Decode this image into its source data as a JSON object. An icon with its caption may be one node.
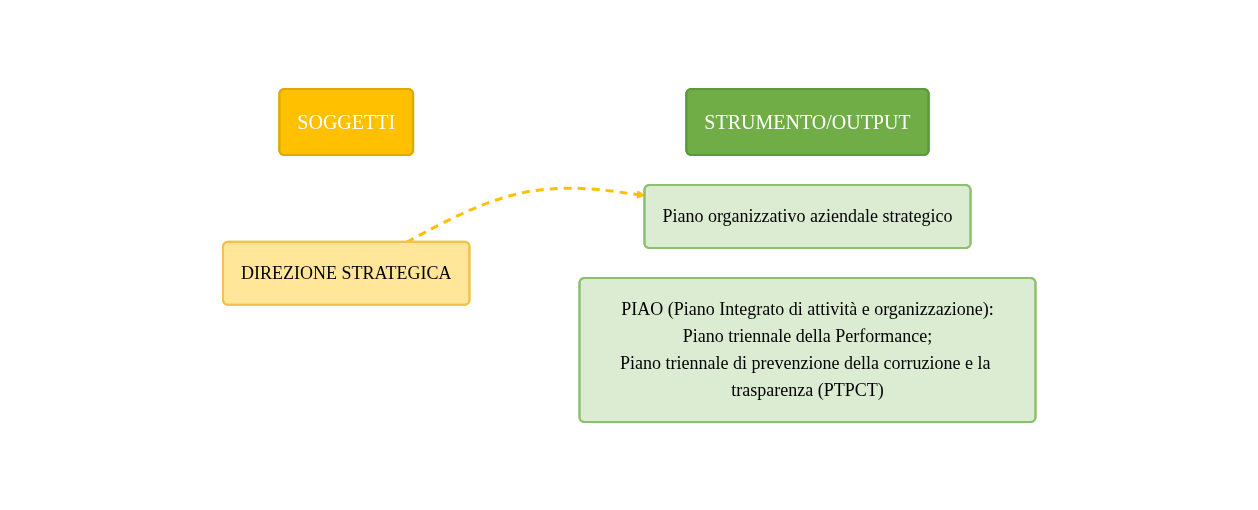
{
  "diagram": {
    "nodes": [
      {
        "text": [
          "SOGGETTI"
        ]
      },
      {
        "text": [
          "DIREZIONE STRATEGICA"
        ]
      },
      {
        "text": [
          "STRUMENTO/OUTPUT"
        ]
      },
      {
        "text": [
          "Piano organizzativo aziendale strategico"
        ]
      },
      {
        "text": [
          "PIAO (Piano Integrato di attività e organizzazione):",
          "Piano triennale della Performance;",
          "Piano triennale di prevenzione della corruzione e la trasparenza (PTPCT)"
        ]
      }
    ],
    "edges": [
      {
        "from": 1,
        "to": 3,
        "arrow": "to",
        "style": "dashed",
        "color": "#ffc000"
      }
    ]
  }
}
